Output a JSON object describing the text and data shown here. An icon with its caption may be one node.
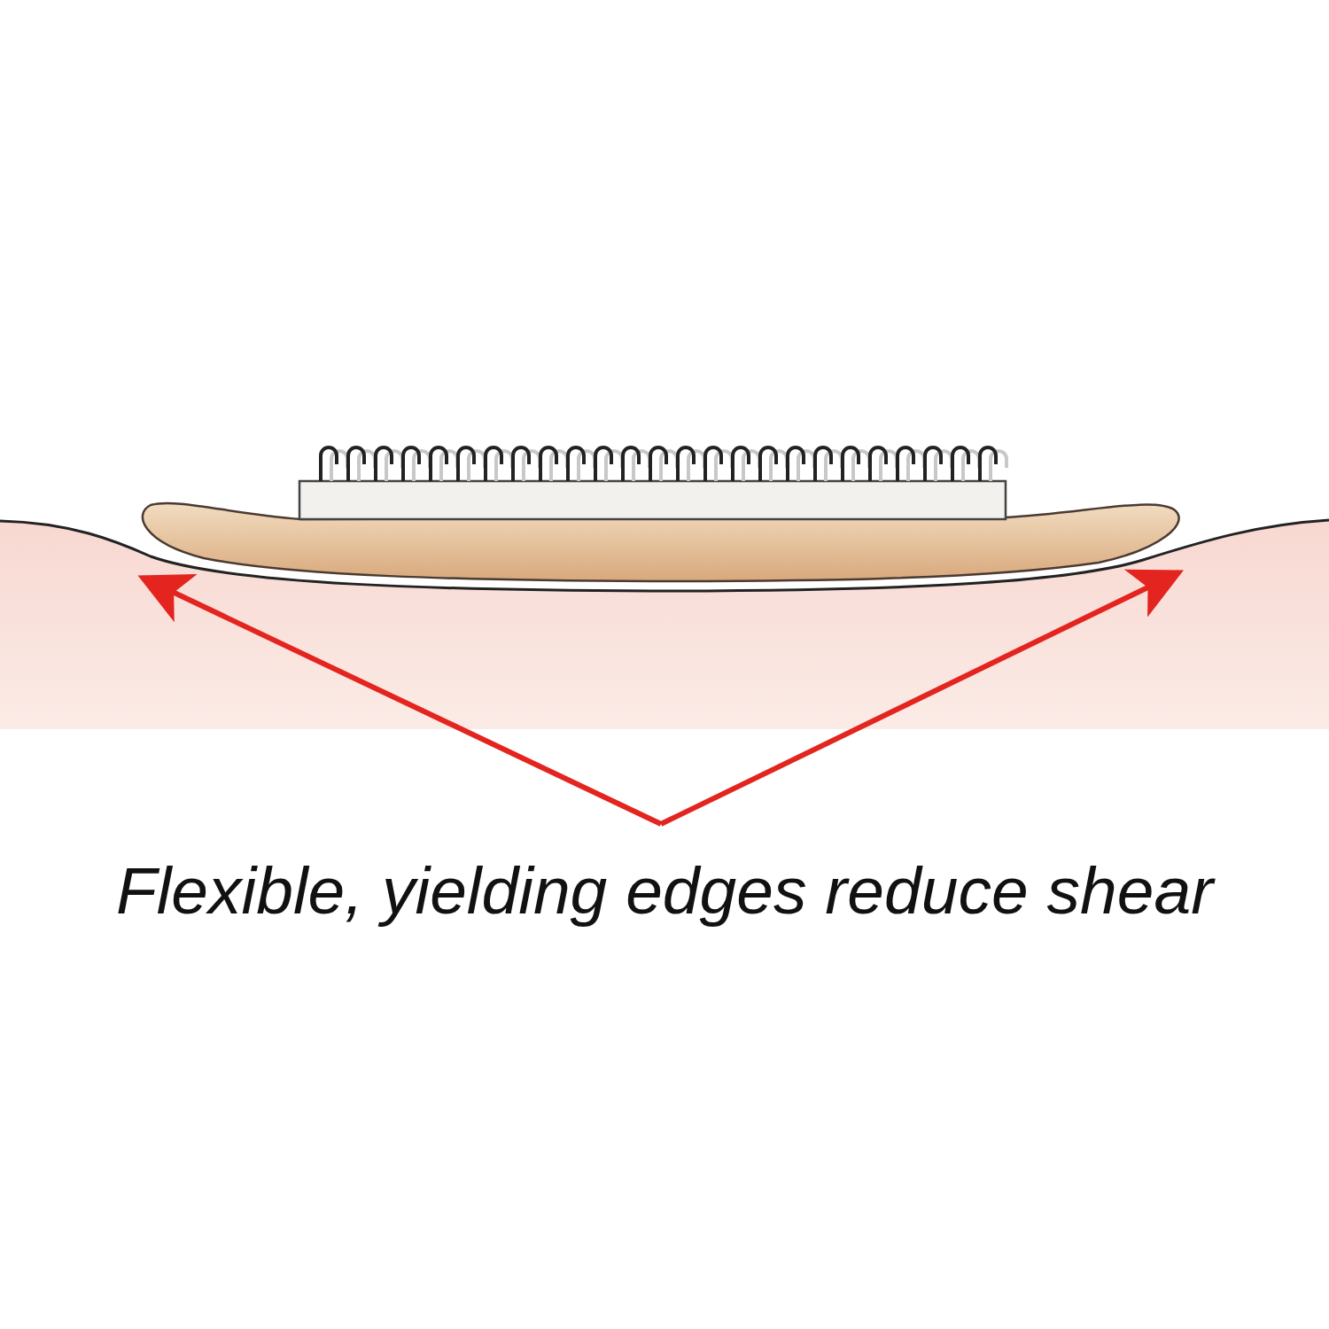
{
  "diagram": {
    "nodes": [
      {
        "text": [
          "Flexible, yielding edges reduce shear"
        ]
      },
      {
        "text": [],
        "shape": "picture"
      }
    ],
    "edges": [
      {
        "from": 0,
        "to": 1,
        "arrow": "to"
      },
      {
        "from": 0,
        "to": 1,
        "arrow": "to"
      }
    ]
  }
}
